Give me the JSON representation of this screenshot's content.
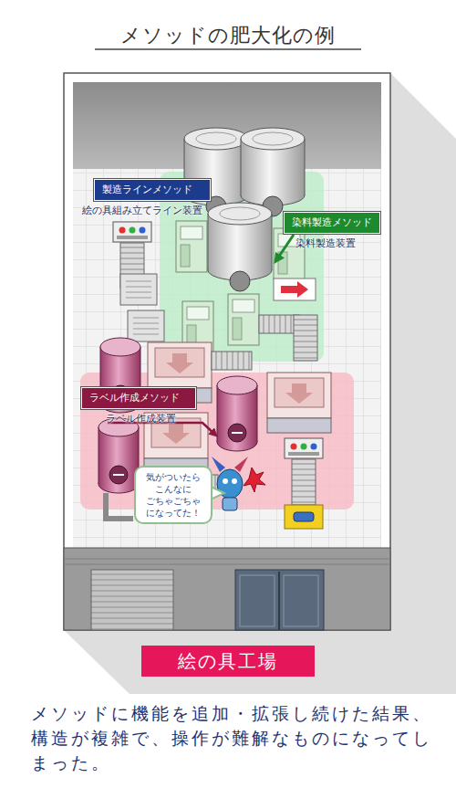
{
  "diagram": {
    "title": "メソッドの肥大化の例",
    "caption": "メソッドに機能を追加・拡張し続けた結果、構造が複雑で、操作が難解なものになってしまった。",
    "nodes": [
      {
        "text": [
          "製造ラインメソッド",
          "絵の具組み立てライン装置"
        ]
      },
      {
        "text": [
          "染料製造メソッド",
          "染料製造装置"
        ]
      },
      {
        "text": [
          "ラベル作成メソッド",
          "ラベル作成装置"
        ]
      },
      {
        "text": [
          "気がついたら こんなに ごちゃごちゃ になってた！"
        ]
      },
      {
        "text": [
          "絵の具工場"
        ]
      }
    ]
  }
}
